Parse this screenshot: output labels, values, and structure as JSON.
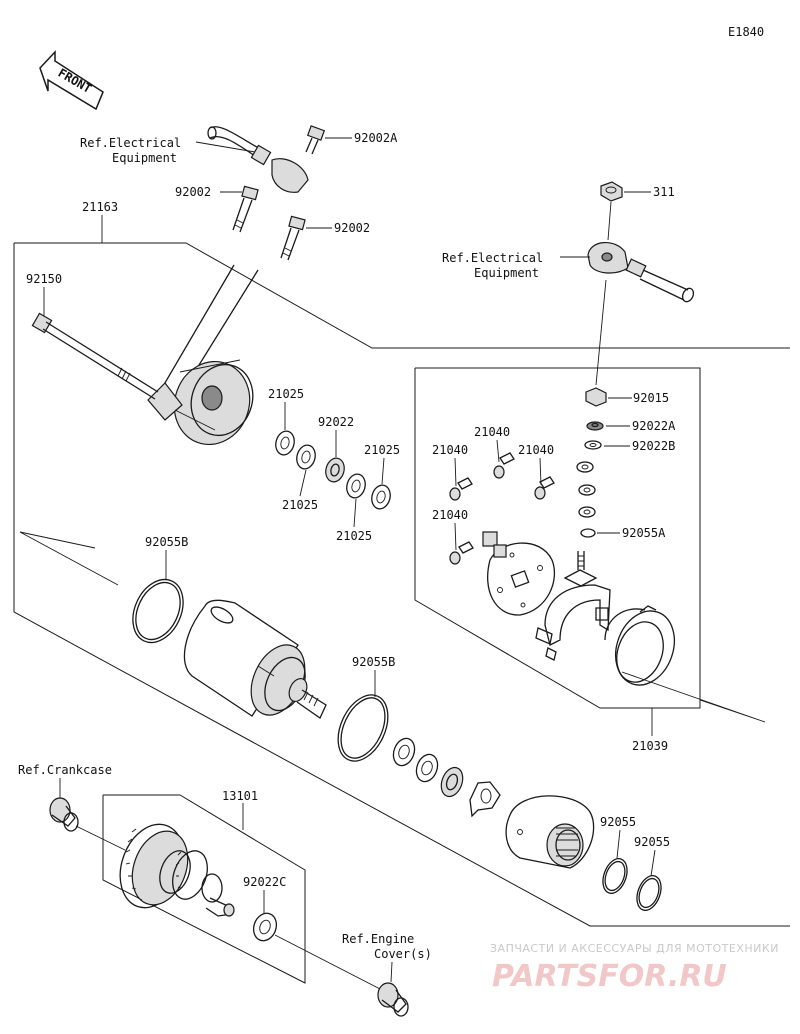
{
  "diagram_id": "E1840",
  "front_label": "FRONT",
  "labels": {
    "ref_electrical_1": [
      "Ref.Electrical",
      "Equipment"
    ],
    "ref_electrical_2": [
      "Ref.Electrical",
      "Equipment"
    ],
    "ref_crankcase": "Ref.Crankcase",
    "ref_engine_cover": [
      "Ref.Engine",
      "Cover(s)"
    ]
  },
  "parts": {
    "p92002A": "92002A",
    "p92002_a": "92002",
    "p92002_b": "92002",
    "p21163": "21163",
    "p92150": "92150",
    "p311": "311",
    "p92015": "92015",
    "p92022A": "92022A",
    "p92022B": "92022B",
    "p92055A": "92055A",
    "p21025_a": "21025",
    "p92022": "92022",
    "p21025_b": "21025",
    "p21025_c": "21025",
    "p21025_d": "21025",
    "p21040_a": "21040",
    "p21040_b": "21040",
    "p21040_c": "21040",
    "p21040_d": "21040",
    "p92055B_a": "92055B",
    "p92055B_b": "92055B",
    "p21039": "21039",
    "p13101": "13101",
    "p92022C": "92022C",
    "p92055_a": "92055",
    "p92055_b": "92055"
  },
  "watermark": {
    "tagline": "ЗАПЧАСТИ И АКСЕССУАРЫ ДЛЯ МОТОТЕХНИКИ",
    "brand": "PARTSFOR.RU"
  }
}
